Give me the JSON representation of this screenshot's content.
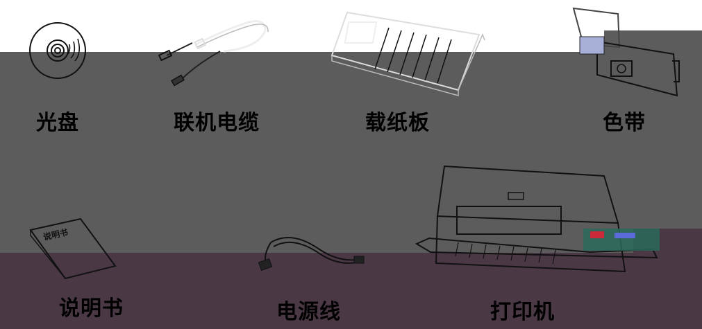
{
  "items": [
    {
      "label": "光盘",
      "icon": "cd-disc-icon"
    },
    {
      "label": "联机电缆",
      "icon": "usb-cable-icon"
    },
    {
      "label": "载纸板",
      "icon": "paper-tray-icon"
    },
    {
      "label": "色带",
      "icon": "ribbon-cartridge-icon"
    },
    {
      "label": "说明书",
      "icon": "manual-booklet-icon",
      "cover_text": "说明书"
    },
    {
      "label": "电源线",
      "icon": "power-cord-icon"
    },
    {
      "label": "打印机",
      "icon": "dot-matrix-printer-icon"
    }
  ],
  "colors": {
    "band_gray": "#5c5c5c",
    "band_plum": "#4a3845",
    "line": "#111111",
    "label": "#000000"
  }
}
